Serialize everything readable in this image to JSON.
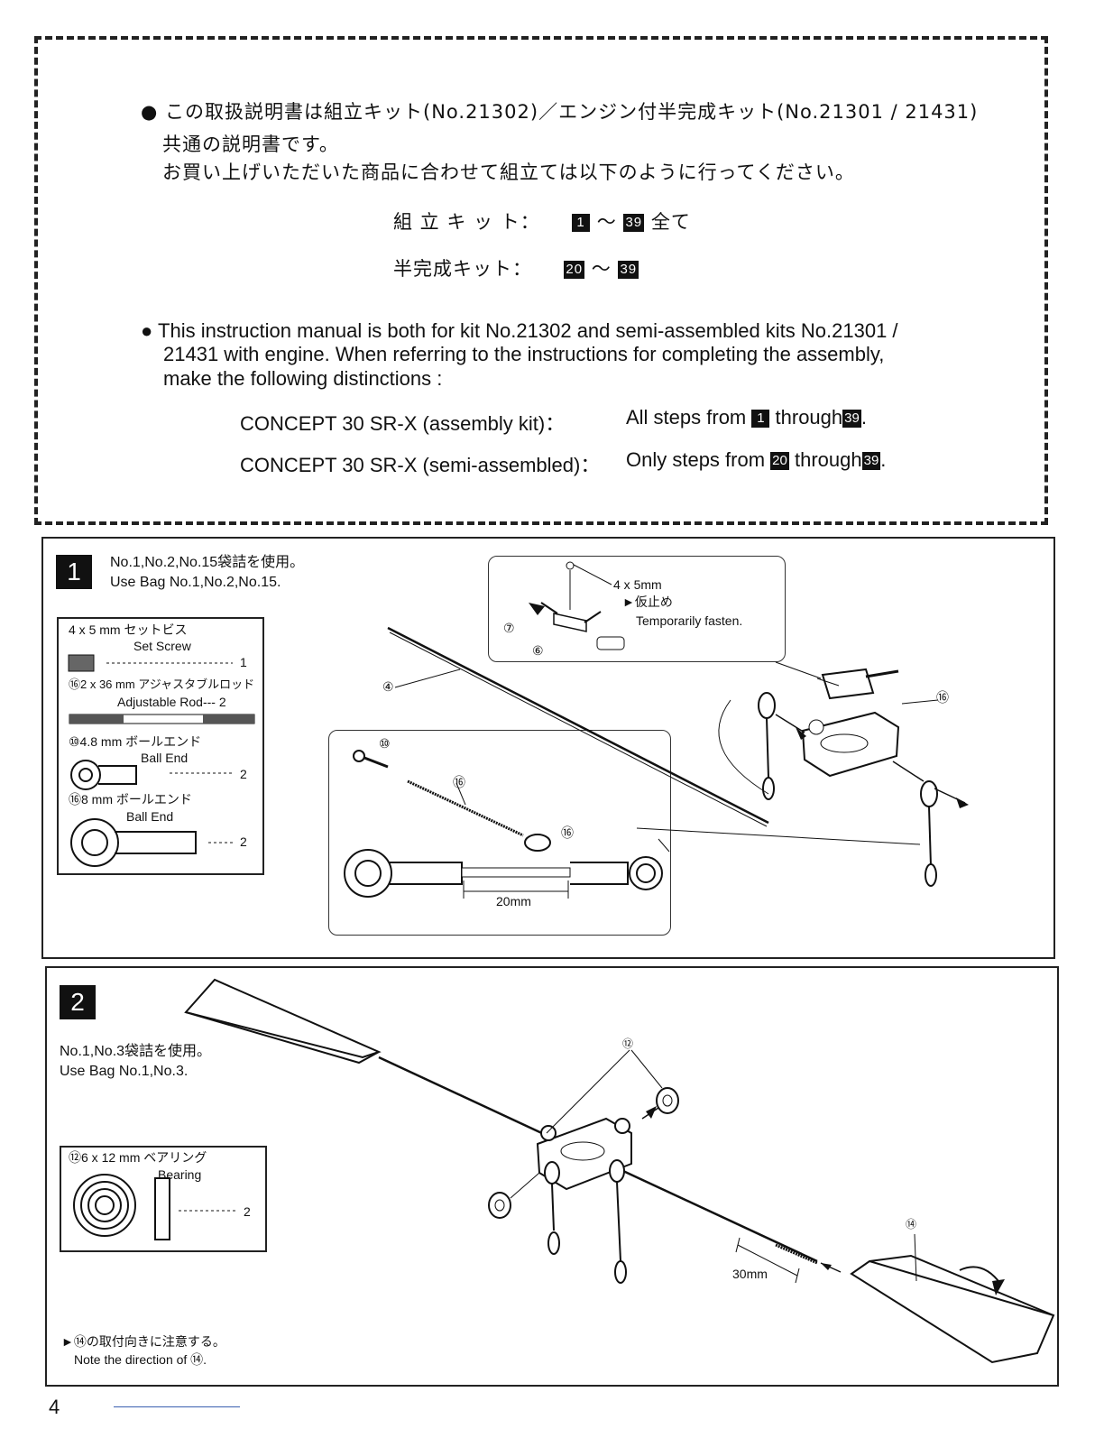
{
  "intro": {
    "jp_line1": "この取扱説明書は組立キット(No.21302)／エンジン付半完成キット(No.21301 / 21431)",
    "jp_line2": "共通の説明書です。",
    "jp_line3": "お買い上げいただいた商品に合わせて組立ては以下のように行ってください。",
    "jp_kit_label": "組 立 キ ッ ト：",
    "jp_kit_from": "1",
    "jp_kit_sep": "～",
    "jp_kit_to": "39",
    "jp_kit_all": "全て",
    "jp_semi_label": "半完成キット：",
    "jp_semi_from": "20",
    "jp_semi_sep": "～",
    "jp_semi_to": "39",
    "en_line1": "This instruction manual is both for kit No.21302 and semi-assembled kits No.21301 /",
    "en_line2": "21431 with engine.  When referring to the instructions for completing the assembly,",
    "en_line3": "make the following distinctions :",
    "row1_label": "CONCEPT 30 SR-X (assembly kit)：",
    "row1_text": "All steps from",
    "row1_from": "1",
    "row1_through": "through",
    "row1_to": "39",
    "row2_label": "CONCEPT 30 SR-X (semi-assembled)：",
    "row2_text": "Only steps from",
    "row2_from": "20",
    "row2_through": "through",
    "row2_to": "39"
  },
  "step1": {
    "number": "1",
    "bag_jp": "No.1,No.2,No.15袋詰を使用。",
    "bag_en": "Use Bag No.1,No.2,No.15.",
    "parts": [
      {
        "jp": "4 x 5 mm セットビス",
        "en": "Set Screw",
        "qty": "1"
      },
      {
        "jp": "⑯2 x 36 mm アジャスタブルロッド",
        "en": "Adjustable Rod---  2",
        "qty": ""
      },
      {
        "jp": "⑩4.8 mm ボールエンド",
        "en": "Ball End",
        "qty": "2"
      },
      {
        "jp": "⑯8 mm ボールエンド",
        "en": "Ball End",
        "qty": "2"
      }
    ],
    "callout_size": "4 x 5mm",
    "callout_jp": "►仮止め",
    "callout_en": "Temporarily fasten.",
    "label_7": "⑦",
    "label_6": "⑥",
    "label_4": "④",
    "label_10": "⑩",
    "label_163": "⑯",
    "label_162": "⑯",
    "label_161": "⑯",
    "dim_20": "20mm"
  },
  "step2": {
    "number": "2",
    "bag_jp": "No.1,No.3袋詰を使用。",
    "bag_en": "Use Bag No.1,No.3.",
    "part_jp": "⑫6 x 12 mm ベアリング",
    "part_en": "Bearing",
    "part_qty": "2",
    "label_128": "⑫",
    "label_148": "⑭",
    "dim_30": "30mm",
    "note_jp": "►⑭の取付向きに注意する。",
    "note_en": "Note the direction of ⑭."
  },
  "page_number": "4"
}
